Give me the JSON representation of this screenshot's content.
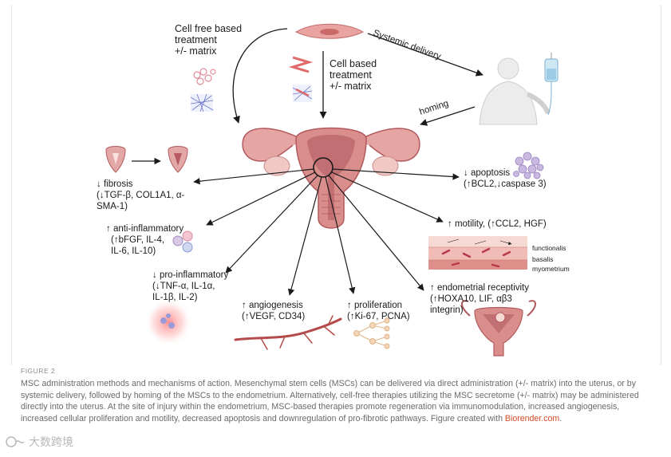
{
  "figure": {
    "labels": {
      "cell_free": [
        "Cell free based",
        "treatment",
        "+/- matrix"
      ],
      "cell_based": [
        "Cell based",
        "treatment",
        "+/- matrix"
      ],
      "systemic": "Systemic delivery",
      "homing": "homing",
      "fibrosis": [
        "↓ fibrosis",
        "(↓TGF-β, COL1A1, α-",
        "SMA-1)"
      ],
      "anti_inflammatory": [
        "↑ anti-inflammatory",
        "(↑bFGF, IL-4,",
        "IL-6, IL-10)"
      ],
      "pro_inflammatory": [
        "↓ pro-inflammatory",
        "(↓TNF-α, IL-1α,",
        "IL-1β, IL-2)"
      ],
      "angiogenesis": [
        "↑ angiogenesis",
        "(↑VEGF, CD34)"
      ],
      "proliferation": [
        "↑ proliferation",
        "(↑Ki-67, PCNA)"
      ],
      "receptivity": [
        "↑ endometrial receptivity",
        "(↑HOXA10, LIF, αβ3",
        "integrin)"
      ],
      "apoptosis": [
        "↓ apoptosis",
        "(↑BCL2,↓caspase 3)"
      ],
      "motility": "↑ motility, (↑CCL2, HGF)",
      "layers": [
        "functionalis",
        "basalis",
        "myometrium"
      ]
    }
  },
  "caption": {
    "label": "FIGURE 2",
    "text": "MSC administration methods and mechanisms of action. Mesenchymal stem cells (MSCs) can be delivered via direct administration (+/- matrix) into the uterus, or by systemic delivery, followed by homing of the MSCs to the endometrium. Alternatively, cell-free therapies utilizing the MSC secretome (+/- matrix) may be administered directly into the uterus. At the site of injury within the endometrium, MSC-based therapies promote regeneration via immunomodulation, increased angiogenesis, increased cellular proliferation and motility, decreased apoptosis and downregulation of pro-fibrotic pathways. Figure created with ",
    "link": "Biorender.com",
    "end": "."
  },
  "watermark": "大数跨境",
  "colors": {
    "uterus": "#d98e8c",
    "uterus_dark": "#b35a5e",
    "accent_link": "#d24a26",
    "caption_text": "#6a6a6a"
  }
}
